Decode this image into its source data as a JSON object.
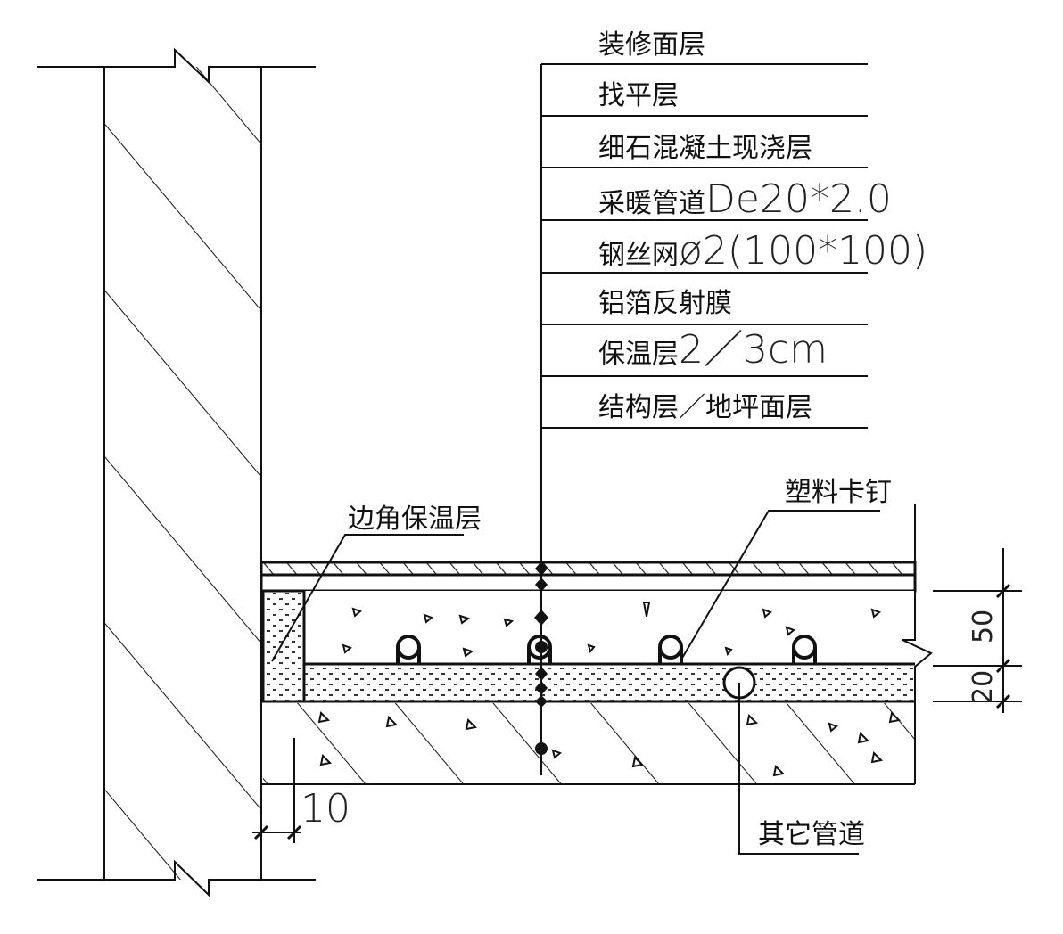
{
  "diagram": {
    "type": "floor-heating-section-detail",
    "layer_labels": [
      {
        "text": "装修面层",
        "spec": ""
      },
      {
        "text": "找平层",
        "spec": ""
      },
      {
        "text": "细石混凝土现浇层",
        "spec": ""
      },
      {
        "text": "采暖管道",
        "spec": "De20*2.0"
      },
      {
        "text": "钢丝网",
        "spec": "ø2(100*100)"
      },
      {
        "text": "铝箔反射膜",
        "spec": ""
      },
      {
        "text": "保温层",
        "spec": "2／3cm"
      },
      {
        "text": "结构层",
        "spec": "／地坪面层"
      }
    ],
    "callouts": {
      "edge_insulation": "边角保温层",
      "plastic_clip": "塑料卡钉",
      "other_pipe": "其它管道"
    },
    "dimensions": {
      "gap_to_wall": "10",
      "screed_thickness": "50",
      "insulation_thickness": "20"
    },
    "colors": {
      "line": "#111111",
      "background": "#ffffff"
    }
  }
}
